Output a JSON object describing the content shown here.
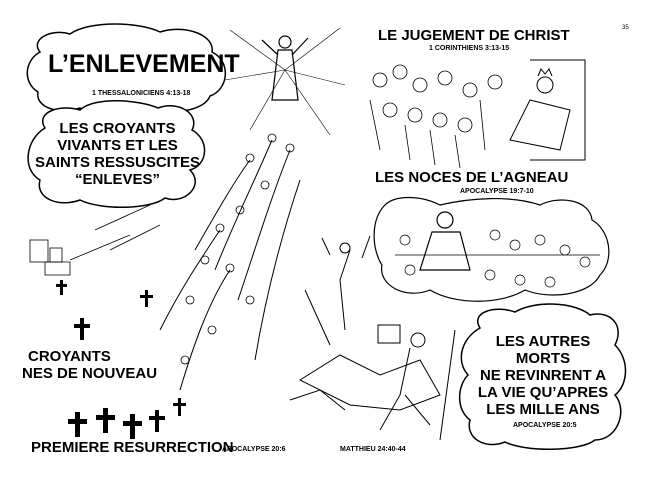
{
  "page_number": "35",
  "rapture": {
    "title": "L’ENLEVEMENT",
    "reference": "1 THESSALONICIENS 4:13-18"
  },
  "raptured": {
    "lines": [
      "LES CROYANTS",
      "VIVANTS ET LES",
      "SAINTS RESSUSCITES",
      "“ENLEVES”"
    ]
  },
  "born_again": {
    "lines": [
      "CROYANTS",
      "NES DE NOUVEAU"
    ]
  },
  "first_resurrection": {
    "title": "PREMIERE RESURRECTION",
    "reference": "APOCALYPSE 20:6"
  },
  "matthew": {
    "reference": "MATTHIEU 24:40-44"
  },
  "judgement": {
    "title": "LE JUGEMENT DE CHRIST",
    "reference": "1 CORINTHIENS 3:13-15"
  },
  "wedding": {
    "title": "LES NOCES DE L’AGNEAU",
    "reference": "APOCALYPSE 19:7-10"
  },
  "other_dead": {
    "lines": [
      "LES AUTRES",
      "MORTS",
      "NE REVINRENT A",
      "LA VIE QU’APRES",
      "LES MILLE ANS"
    ],
    "reference": "APOCALYPSE 20:5"
  },
  "colors": {
    "ink": "#000000",
    "paper": "#ffffff"
  },
  "icons": [
    "cross-icon",
    "cloud-icon"
  ]
}
